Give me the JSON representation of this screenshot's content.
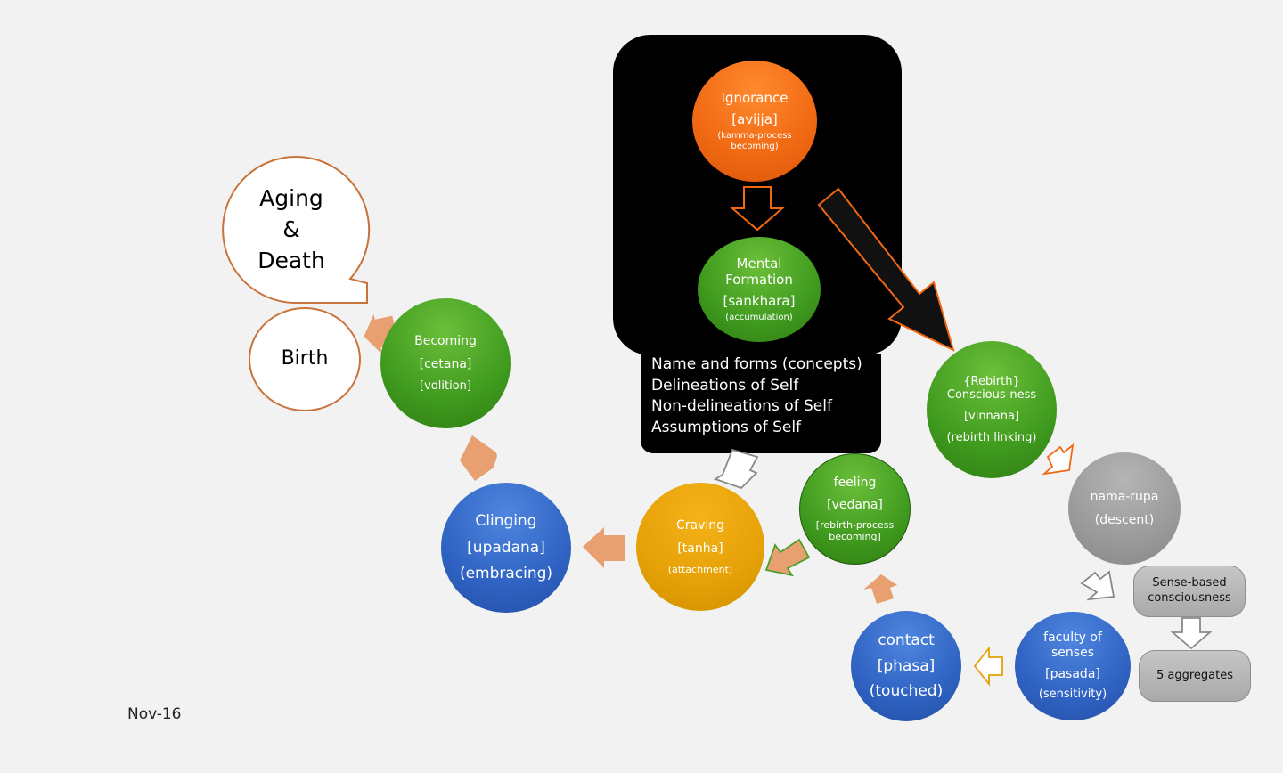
{
  "nodes": {
    "ignorance": {
      "lines": [
        "Ignorance",
        "[avijja]"
      ],
      "small": [
        "(kamma-process",
        "becoming)"
      ]
    },
    "mental_formation": {
      "lines": [
        "Mental",
        "Formation",
        "[sankhara]"
      ],
      "small": [
        "(accumulation)"
      ]
    },
    "rebirth_consciousness": {
      "lines": [
        "{Rebirth}",
        "Conscious-ness",
        "[vinnana]",
        "(rebirth linking)"
      ]
    },
    "nama_rupa": {
      "lines": [
        "nama-rupa",
        "(descent)"
      ]
    },
    "faculty_of_senses": {
      "lines": [
        "faculty of",
        "senses",
        "[pasada]",
        "(sensitivity)"
      ]
    },
    "contact": {
      "lines": [
        "contact",
        "[phasa]",
        "(touched)"
      ]
    },
    "feeling": {
      "lines": [
        "feeling",
        "[vedana]"
      ],
      "small": [
        "[rebirth-process",
        "becoming]"
      ]
    },
    "craving": {
      "lines": [
        "Craving",
        "[tanha]"
      ],
      "small": [
        "(attachment)"
      ]
    },
    "clinging": {
      "lines": [
        "Clinging",
        "[upadana]",
        "(embracing)"
      ]
    },
    "becoming": {
      "lines": [
        "Becoming",
        "[cetana]",
        "[volition]"
      ]
    },
    "birth": {
      "lines": [
        "Birth"
      ]
    },
    "aging_death": {
      "lines": [
        "Aging",
        "&",
        "Death"
      ]
    }
  },
  "side_boxes": {
    "sense_based": [
      "Sense-based",
      "consciousness"
    ],
    "aggregates": [
      "5 aggregates"
    ]
  },
  "concepts": [
    "Name and forms (concepts)",
    "Delineations of Self",
    "Non-delineations of Self",
    "Assumptions of Self"
  ],
  "date_label": "Nov-16",
  "colors": {
    "green": "#3f9a1e",
    "blue": "#2f62c2",
    "orange": "#f06812",
    "gold": "#e5a106",
    "gray": "#9a9a9a",
    "salmon_arrow": "#e8a070",
    "outline": "#c8733a",
    "background": "#f2f2f2"
  }
}
